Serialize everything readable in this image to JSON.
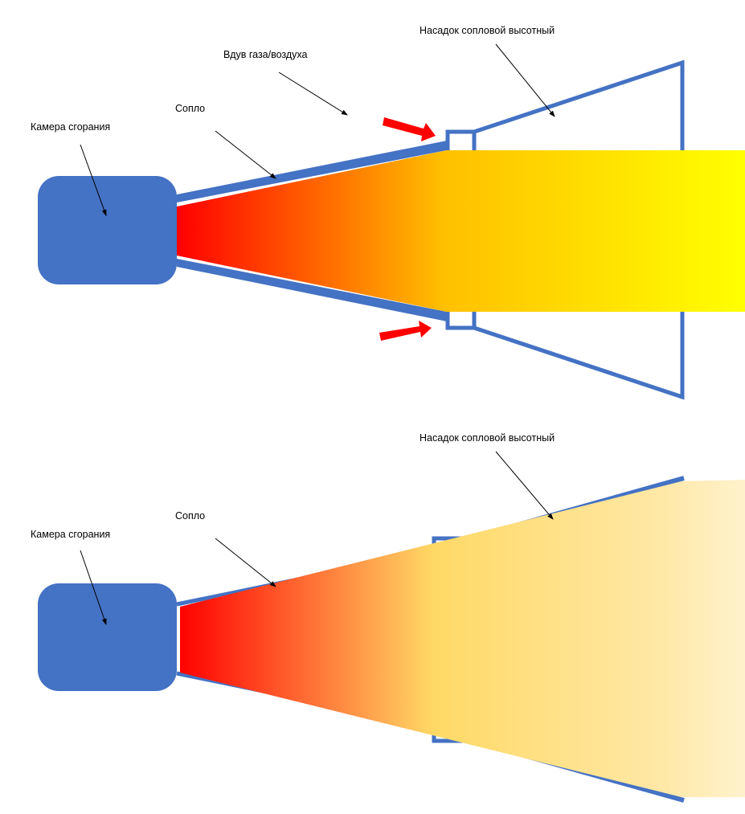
{
  "colors": {
    "chamber": "#4472C4",
    "outline": "#4472C4",
    "arrow": "#FF0000",
    "flame_top": [
      "#FF0000",
      "#FFC000",
      "#FFFF00"
    ],
    "flame_bottom": [
      "#FF0000",
      "#FFD966",
      "#FFF2CC"
    ]
  },
  "top_diagram": {
    "labels": {
      "extension": "Насадок сопловой высотный",
      "injection": "Вдув газа/воздуха",
      "nozzle": "Сопло",
      "chamber": "Камера сгорания"
    }
  },
  "bottom_diagram": {
    "labels": {
      "extension": "Насадок сопловой высотный",
      "nozzle": "Сопло",
      "chamber": "Камера сгорания"
    }
  }
}
